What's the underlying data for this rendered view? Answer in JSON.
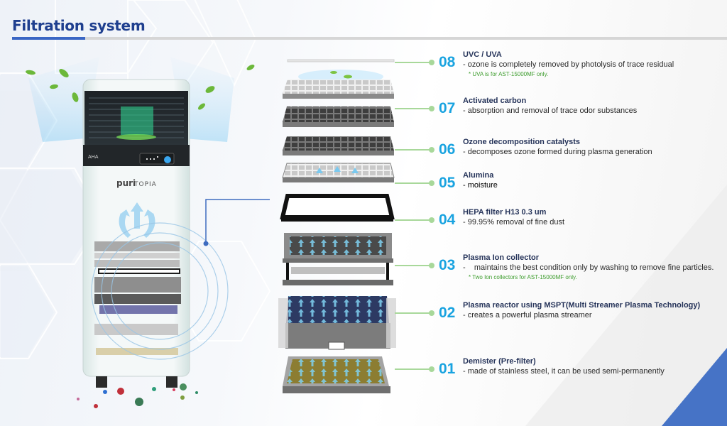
{
  "page": {
    "title": "Filtration system",
    "accent_color": "#3a66c4",
    "title_color": "#1f3f8f",
    "number_color": "#19a3e0",
    "connector_color": "#a8d89a",
    "note_color": "#3c9c2c"
  },
  "product": {
    "brand_top": "AHA",
    "brand_puri": "puri",
    "brand_topia": "TOPIA"
  },
  "filters": [
    {
      "number": "08",
      "name": "UVC / UVA",
      "description": "- ozone is completely removed by photolysis of trace residual",
      "note": "* UVA is for AST-15000MF only."
    },
    {
      "number": "07",
      "name": "Activated carbon",
      "description": "- absorption and removal of trace odor substances",
      "note": ""
    },
    {
      "number": "06",
      "name": "Ozone decomposition catalysts",
      "description": "- decomposes ozone formed during plasma generation",
      "note": ""
    },
    {
      "number": "05",
      "name": "Alumina",
      "description": "- moisture",
      "note": ""
    },
    {
      "number": "04",
      "name": "HEPA filter H13 0.3 um",
      "description": "- 99.95% removal of fine dust",
      "note": ""
    },
    {
      "number": "03",
      "name": "Plasma Ion collector",
      "description": "-    maintains the best condition only by washing to remove fine particles.",
      "note": "* Two Ion collectors for AST-15000MF only."
    },
    {
      "number": "02",
      "name": "Plasma reactor using MSPT(Multi Streamer Plasma Technology)",
      "description": "- creates a powerful plasma streamer",
      "note": ""
    },
    {
      "number": "01",
      "name": "Demister (Pre-filter)",
      "description": "- made of stainless steel, it can be used semi-permanently",
      "note": ""
    }
  ]
}
